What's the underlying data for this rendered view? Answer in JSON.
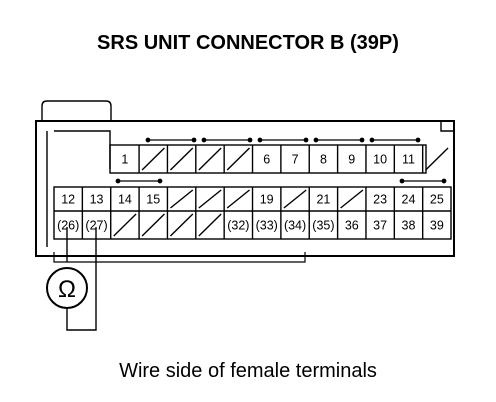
{
  "title": "SRS UNIT CONNECTOR B (39P)",
  "caption": "Wire side of female terminals",
  "meter_symbol": "Ω",
  "row1": [
    "",
    "",
    "1",
    "",
    "",
    "",
    "",
    "6",
    "7",
    "8",
    "9",
    "10",
    "11",
    ""
  ],
  "row2": [
    "12",
    "13",
    "14",
    "15",
    "",
    "",
    "",
    "19",
    "",
    "21",
    "",
    "23",
    "24",
    "25"
  ],
  "row3": [
    "(26)",
    "(27)",
    "",
    "",
    "",
    "",
    "(32)",
    "(33)",
    "(34)",
    "(35)",
    "36",
    "37",
    "38",
    "39"
  ]
}
